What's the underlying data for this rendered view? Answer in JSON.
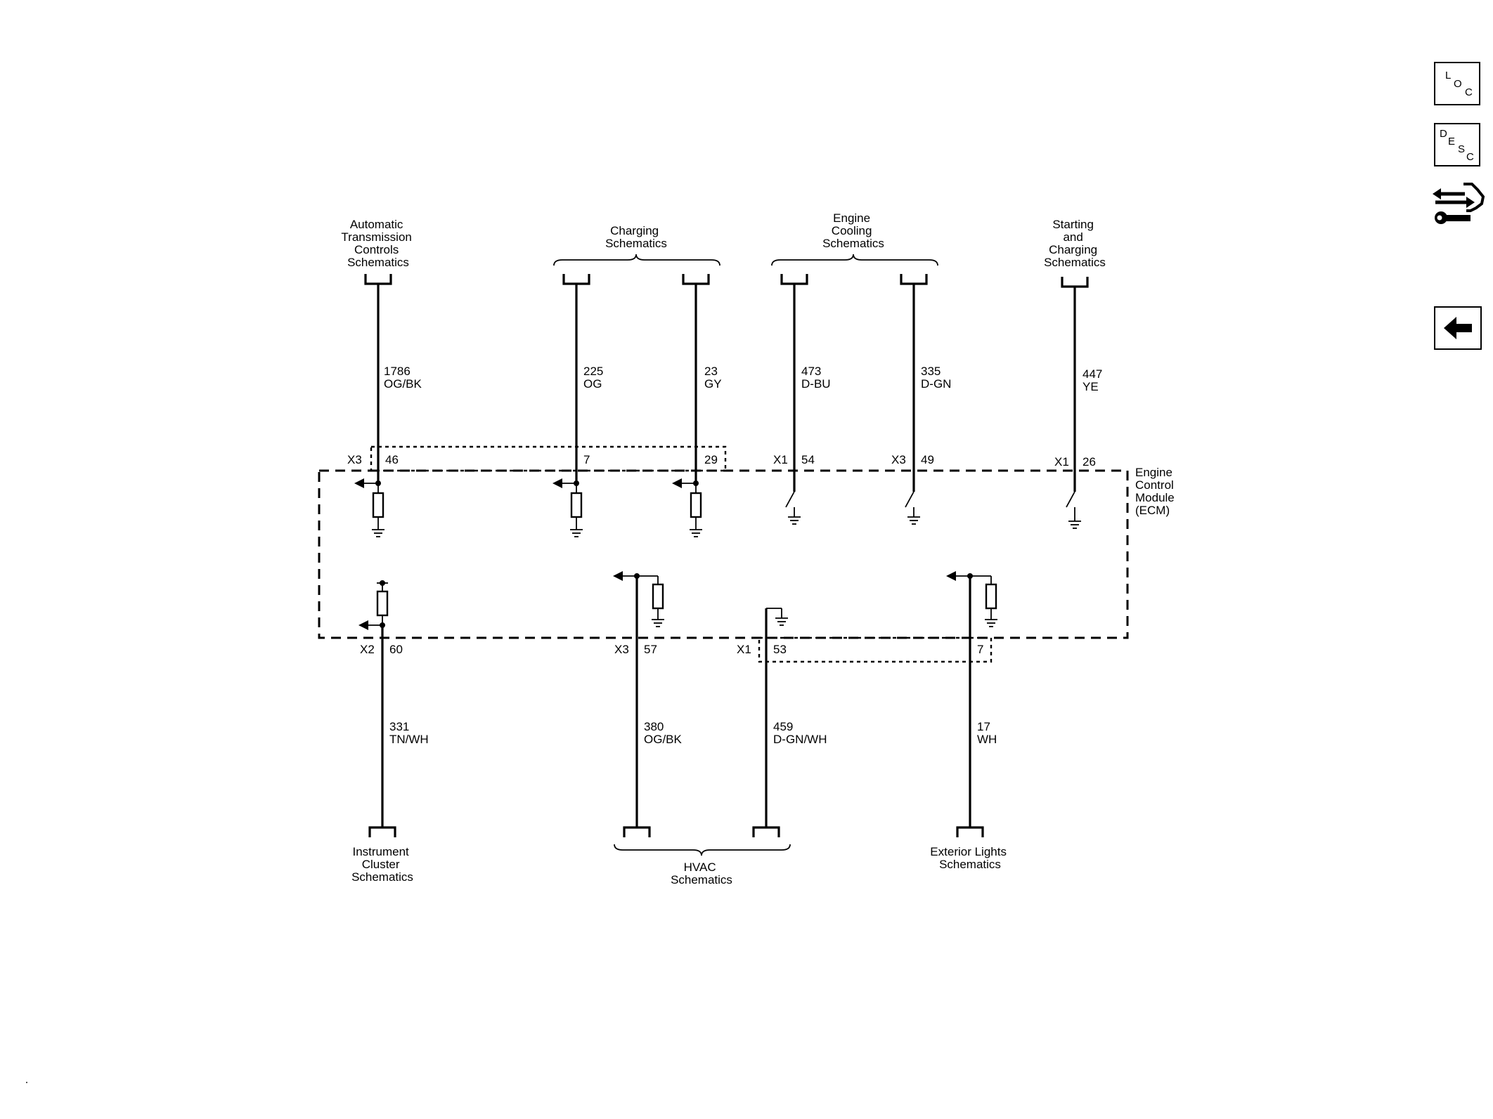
{
  "nav": {
    "loc": {
      "l1": "L",
      "l2": "O",
      "l3": "C"
    },
    "desc": {
      "l1": "D",
      "l2": "E",
      "l3": "S",
      "l4": "C"
    },
    "connector_icon": "connector-wrench-icon",
    "back_icon": "left-arrow-icon"
  },
  "diagram": {
    "ecm_label": [
      "Engine",
      "Control",
      "Module",
      "(ECM)"
    ],
    "top_destinations": {
      "atc": [
        "Automatic",
        "Transmission",
        "Controls",
        "Schematics"
      ],
      "charging": [
        "Charging",
        "Schematics"
      ],
      "cooling": [
        "Engine",
        "Cooling",
        "Schematics"
      ],
      "starting": [
        "Starting",
        "and",
        "Charging",
        "Schematics"
      ]
    },
    "bottom_destinations": {
      "instrument": [
        "Instrument",
        "Cluster",
        "Schematics"
      ],
      "hvac": [
        "HVAC",
        "Schematics"
      ],
      "exterior": [
        "Exterior Lights",
        "Schematics"
      ]
    },
    "top_wires": [
      {
        "circuit": "1786",
        "color": "OG/BK",
        "connector": "X3",
        "pin": "46"
      },
      {
        "circuit": "225",
        "color": "OG",
        "connector": "",
        "pin": "7"
      },
      {
        "circuit": "23",
        "color": "GY",
        "connector": "",
        "pin": "29"
      },
      {
        "circuit": "473",
        "color": "D-BU",
        "connector": "X1",
        "pin": "54"
      },
      {
        "circuit": "335",
        "color": "D-GN",
        "connector": "X3",
        "pin": "49"
      },
      {
        "circuit": "447",
        "color": "YE",
        "connector": "X1",
        "pin": "26"
      }
    ],
    "bottom_wires": [
      {
        "circuit": "331",
        "color": "TN/WH",
        "connector": "X2",
        "pin": "60"
      },
      {
        "circuit": "380",
        "color": "OG/BK",
        "connector": "X3",
        "pin": "57"
      },
      {
        "circuit": "459",
        "color": "D-GN/WH",
        "connector": "X1",
        "pin": "53"
      },
      {
        "circuit": "17",
        "color": "WH",
        "connector": "",
        "pin": "7"
      }
    ]
  }
}
